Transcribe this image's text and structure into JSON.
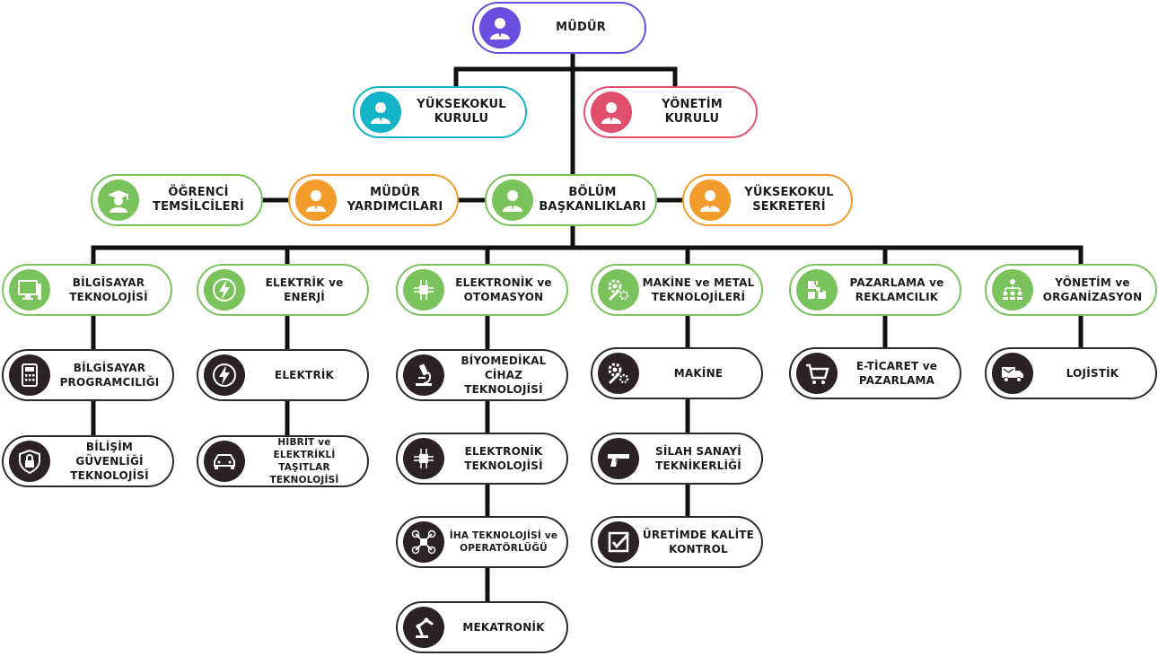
{
  "diagram": {
    "director": {
      "label": "MÜDÜR",
      "color": "#6a4ee0"
    },
    "councils": [
      {
        "label": "YÜKSEKOKUL KURULU",
        "color": "#12b3c6"
      },
      {
        "label": "YÖNETİM KURULU",
        "color": "#e0506d"
      }
    ],
    "management": [
      {
        "label": "ÖĞRENCİ TEMSİLCİLERİ",
        "icon": "graduate-icon"
      },
      {
        "label": "MÜDÜR YARDIMCILARI",
        "icon": "person-icon"
      },
      {
        "label": "BÖLÜM BAŞKANLIKLARI",
        "icon": "person-icon"
      },
      {
        "label": "YÜKSEKOKUL SEKRETERİ",
        "icon": "person-icon"
      }
    ],
    "departments": [
      {
        "label": "BİLGİSAYAR TEKNOLOJİSİ",
        "icon": "computer-icon",
        "programs": [
          {
            "label": "BİLGİSAYAR PROGRAMCILIĞI",
            "icon": "calculator-icon"
          },
          {
            "label": "BİLİŞİM GÜVENLİĞİ TEKNOLOJİSİ",
            "icon": "shield-lock-icon"
          }
        ]
      },
      {
        "label": "ELEKTRİK ve ENERJİ",
        "icon": "lightning-icon",
        "programs": [
          {
            "label": "ELEKTRİK",
            "icon": "lightning-icon"
          },
          {
            "label": "HİBRİT ve ELEKTRİKLİ TAŞITLAR TEKNOLOJİSİ",
            "icon": "car-icon"
          }
        ]
      },
      {
        "label": "ELEKTRONİK ve OTOMASYON",
        "icon": "circuit-icon",
        "programs": [
          {
            "label": "BİYOMEDİKAL CİHAZ TEKNOLOJİSİ",
            "icon": "microscope-icon"
          },
          {
            "label": "ELEKTRONİK TEKNOLOJİSİ",
            "icon": "circuit-icon"
          },
          {
            "label": "İHA TEKNOLOJİSİ ve OPERATÖRLÜĞÜ",
            "icon": "drone-icon"
          },
          {
            "label": "MEKATRONİK",
            "icon": "robot-arm-icon"
          }
        ]
      },
      {
        "label": "MAKİNE ve METAL TEKNOLOJİLERİ",
        "icon": "gear-wrench-icon",
        "programs": [
          {
            "label": "MAKİNE",
            "icon": "gear-wrench-icon"
          },
          {
            "label": "SİLAH SANAYİ TEKNİKERLİĞİ",
            "icon": "pistol-icon"
          },
          {
            "label": "ÜRETİMDE KALİTE KONTROL",
            "icon": "checkbox-icon"
          }
        ]
      },
      {
        "label": "PAZARLAMA ve REKLAMCILIK",
        "icon": "puzzle-icon",
        "programs": [
          {
            "label": "E-TİCARET ve PAZARLAMA",
            "icon": "cart-icon"
          }
        ]
      },
      {
        "label": "YÖNETİM ve ORGANİZASYON",
        "icon": "org-chart-icon",
        "programs": [
          {
            "label": "LOJİSTİK",
            "icon": "truck-icon"
          }
        ]
      }
    ]
  }
}
